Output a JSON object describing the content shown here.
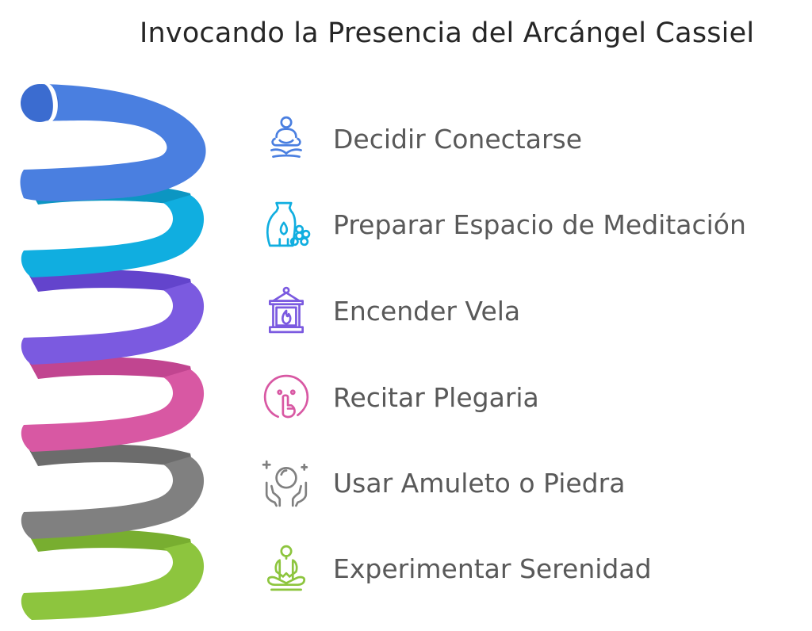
{
  "title": "Invocando la Presencia del Arcángel Cassiel",
  "steps": [
    {
      "label": "Decidir Conectarse",
      "color": "#4A7FE0",
      "icon": "meditation-person-icon"
    },
    {
      "label": "Preparar Espacio de Meditación",
      "color": "#10AEE0",
      "icon": "incense-vase-icon"
    },
    {
      "label": "Encender Vela",
      "color": "#7B5AE0",
      "icon": "lantern-candle-icon"
    },
    {
      "label": "Recitar Plegaria",
      "color": "#D858A3",
      "icon": "silence-prayer-icon"
    },
    {
      "label": "Usar Amuleto o Piedra",
      "color": "#808080",
      "icon": "crystal-ball-hands-icon"
    },
    {
      "label": "Experimentar Serenidad",
      "color": "#8DC53E",
      "icon": "yoga-person-icon"
    }
  ]
}
